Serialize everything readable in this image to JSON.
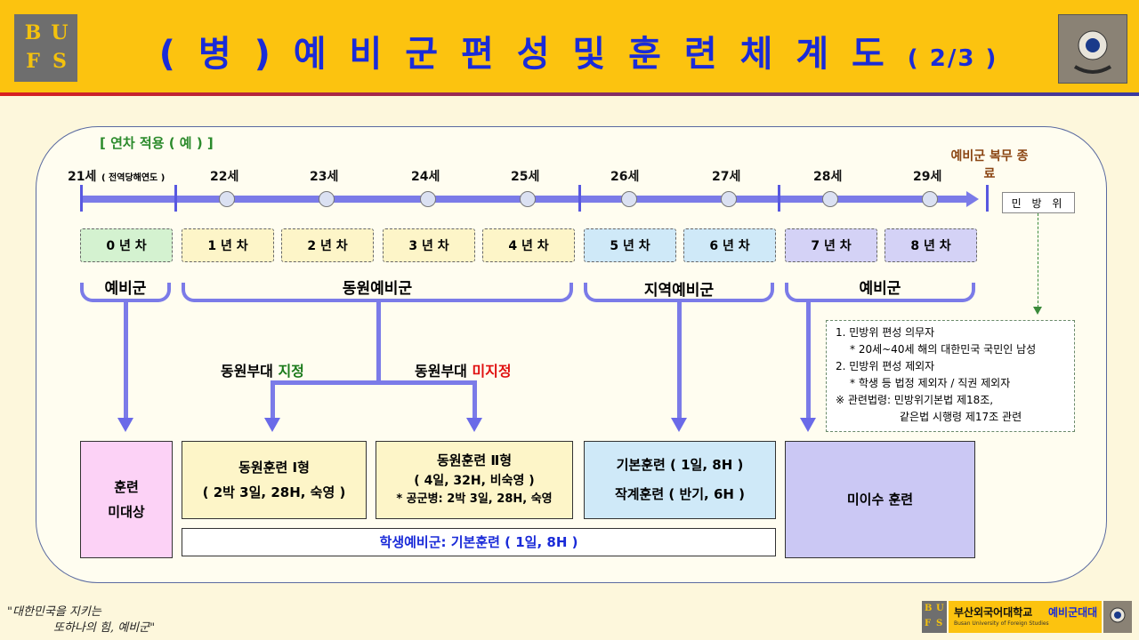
{
  "header": {
    "logo": {
      "letters": [
        "B",
        "U",
        "F",
        "S"
      ]
    },
    "title": "( 병 ) 예 비 군  편 성  및  훈 련  체 계 도",
    "page": "( 2/3 )",
    "emblem_icon": "reserve-forces-emblem"
  },
  "timeline": {
    "example_note": "[ 연차 적용 ( 예 ) ]",
    "ages": [
      "21세",
      "22세",
      "23세",
      "24세",
      "25세",
      "26세",
      "27세",
      "28세",
      "29세"
    ],
    "age21_note": "( 전역당해연도 )",
    "end_label": "예비군 복무 종료",
    "minbang_label": "민 방 위",
    "years": [
      "0 년 차",
      "1 년 차",
      "2 년 차",
      "3 년 차",
      "4 년 차",
      "5 년 차",
      "6 년 차",
      "7 년 차",
      "8 년 차"
    ]
  },
  "groups": {
    "g0": "예비군",
    "g1": "동원예비군",
    "g2": "지역예비군",
    "g3": "예비군"
  },
  "branches": {
    "assigned_prefix": "동원부대 ",
    "assigned": "지정",
    "unassigned_prefix": "동원부대 ",
    "unassigned": "미지정"
  },
  "training": {
    "none_l1": "훈련",
    "none_l2": "미대상",
    "type1_l1": "동원훈련  Ⅰ형",
    "type1_l2": "( 2박 3일, 28H, 숙영 )",
    "type2_l1": "동원훈련 Ⅱ형",
    "type2_l2": "( 4일, 32H, 비숙영 )",
    "type2_l3": "* 공군병: 2박 3일, 28H, 숙영",
    "basic_l1": "기본훈련 ( 1일,   8H )",
    "basic_l2": "작계훈련 ( 반기,  6H )",
    "incomplete": "미이수 훈련",
    "student": "학생예비군: 기본훈련 ( 1일, 8H )"
  },
  "notes": [
    "1. 민방위 편성 의무자",
    "* 20세~40세 해의 대한민국 국민인 남성",
    "2. 민방위 편성 제외자",
    "* 학생 등 법정 제외자 / 직권 제외자",
    "※ 관련법령: 민방위기본법 제18조,",
    "같은법 시행령 제17조 관련"
  ],
  "footer": {
    "slogan_l1": "\"대한민국을 지키는",
    "slogan_l2": "또하나의 힘, 예비군\"",
    "university": "부산외국어대학교",
    "university_en": "Busan University of Foreign Studies",
    "unit": "예비군대대"
  },
  "colors": {
    "header_bg": "#fcc30f",
    "title": "#1a2bd8",
    "line": "#7b7be8",
    "assigned": "#1a7a1a",
    "unassigned": "#e01010"
  }
}
